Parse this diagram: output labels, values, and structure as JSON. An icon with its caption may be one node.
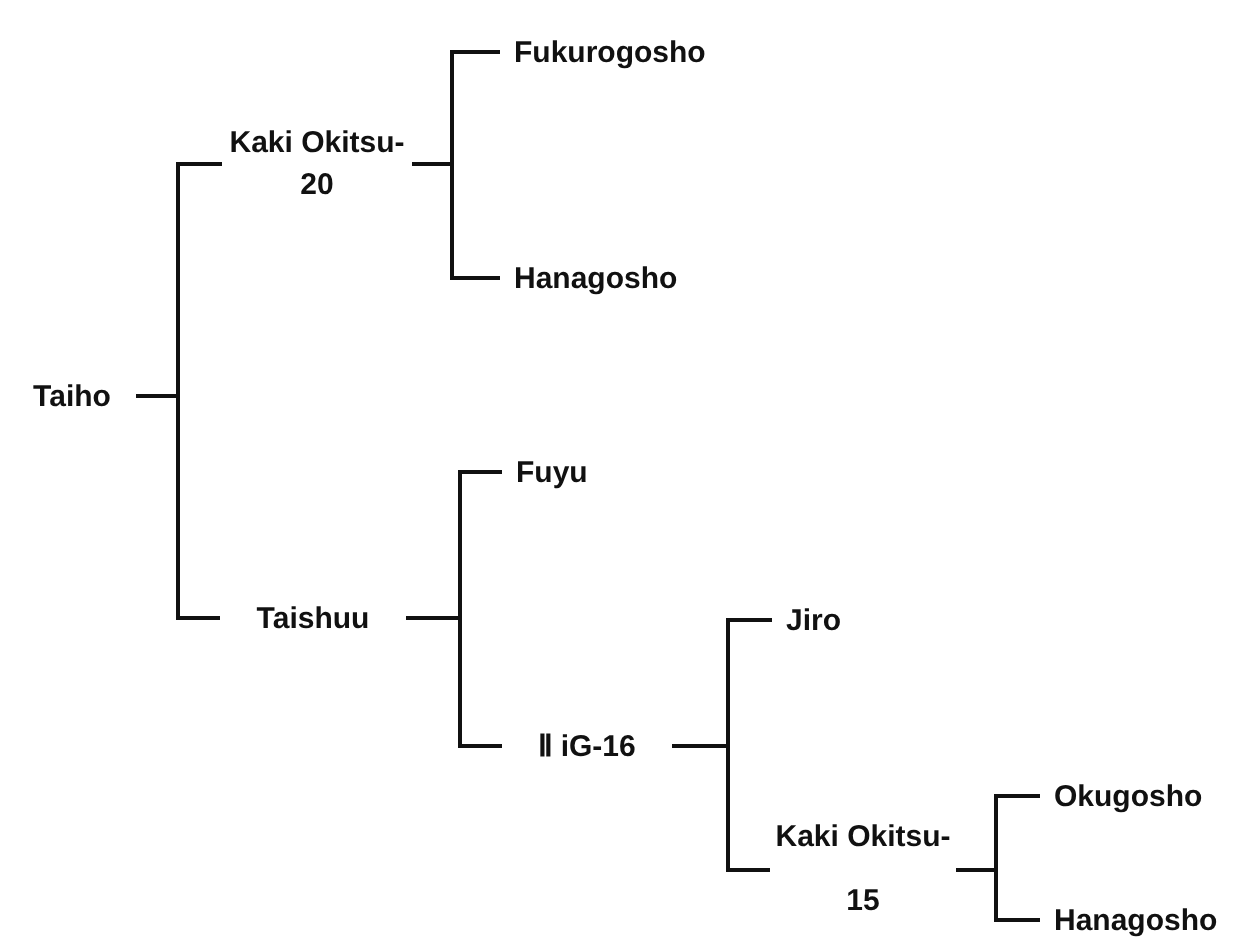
{
  "diagram": {
    "nodes": [
      {
        "text": [
          "Taiho"
        ]
      },
      {
        "text": [
          "Kaki Okitsu-20"
        ]
      },
      {
        "text": [
          "Fukurogosho"
        ]
      },
      {
        "text": [
          "Hanagosho"
        ]
      },
      {
        "text": [
          "Taishuu"
        ]
      },
      {
        "text": [
          "Fuyu"
        ]
      },
      {
        "text": [
          "Ⅱ iG-16"
        ]
      },
      {
        "text": [
          "Jiro"
        ]
      },
      {
        "text": [
          "Kaki Okitsu-15"
        ]
      },
      {
        "text": [
          "Okugosho"
        ]
      },
      {
        "text": [
          "Hanagosho"
        ]
      }
    ],
    "edges": [
      {
        "from": 0,
        "to": 1,
        "arrow": "none"
      },
      {
        "from": 0,
        "to": 4,
        "arrow": "none"
      },
      {
        "from": 1,
        "to": 2,
        "arrow": "none"
      },
      {
        "from": 1,
        "to": 3,
        "arrow": "none"
      },
      {
        "from": 4,
        "to": 5,
        "arrow": "none"
      },
      {
        "from": 4,
        "to": 6,
        "arrow": "none"
      },
      {
        "from": 6,
        "to": 7,
        "arrow": "none"
      },
      {
        "from": 6,
        "to": 8,
        "arrow": "none"
      },
      {
        "from": 8,
        "to": 9,
        "arrow": "none"
      },
      {
        "from": 8,
        "to": 10,
        "arrow": "none"
      }
    ]
  }
}
